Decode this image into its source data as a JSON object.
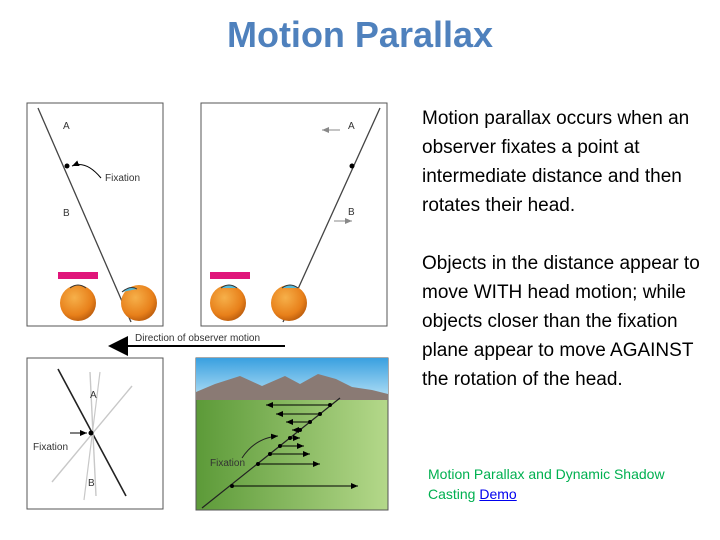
{
  "title": "Motion Parallax",
  "paragraphs": [
    "Motion parallax occurs when an observer fixates a point at intermediate distance and then rotates their head.",
    "Objects in the distance appear to move WITH head motion; while objects closer than the fixation plane appear to move AGAINST the rotation of the head."
  ],
  "link_note": {
    "text": "Motion Parallax and Dynamic Shadow Casting",
    "link_label": "Demo"
  },
  "figure": {
    "label_a": "A",
    "label_b": "B",
    "fixation": "Fixation",
    "direction": "Direction of observer motion"
  },
  "colors": {
    "title": "#4f81bd",
    "note": "#00b050",
    "link": "#0000ee",
    "magenta_bar": "#e0157a",
    "eyeball": "#e8801a",
    "sky": "#5fb8e8",
    "mountains": "#8a7a74",
    "ground": "#8cc05c"
  }
}
